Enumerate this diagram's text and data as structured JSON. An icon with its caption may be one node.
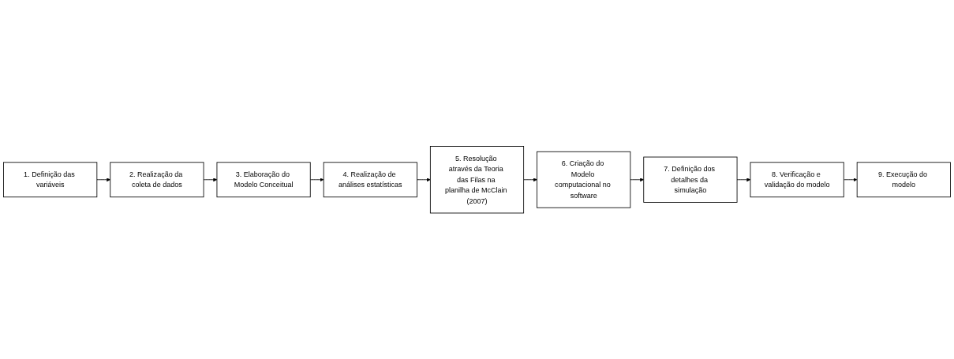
{
  "diagram": {
    "nodes": [
      {
        "text": [
          "1. Definição das variáveis"
        ]
      },
      {
        "text": [
          "2. Realização da coleta de dados"
        ]
      },
      {
        "text": [
          "3. Elaboração do Modelo Conceitual"
        ]
      },
      {
        "text": [
          "4. Realização de análises estatísticas"
        ]
      },
      {
        "text": [
          "5. Resolução através da Teoria das Filas na planilha de McClain (2007)"
        ]
      },
      {
        "text": [
          "6. Criação do Modelo computacional no software"
        ]
      },
      {
        "text": [
          "7. Definição dos detalhes da simulação"
        ]
      },
      {
        "text": [
          "8. Verificação e validação do modelo"
        ]
      },
      {
        "text": [
          "9. Execução do modelo"
        ]
      }
    ],
    "edges": [
      {
        "from": 0,
        "to": 1,
        "arrow": "to"
      },
      {
        "from": 1,
        "to": 2,
        "arrow": "to"
      },
      {
        "from": 2,
        "to": 3,
        "arrow": "to"
      },
      {
        "from": 3,
        "to": 4,
        "arrow": "to"
      },
      {
        "from": 4,
        "to": 5,
        "arrow": "to"
      },
      {
        "from": 5,
        "to": 6,
        "arrow": "to"
      },
      {
        "from": 6,
        "to": 7,
        "arrow": "to"
      },
      {
        "from": 7,
        "to": 8,
        "arrow": "to"
      }
    ]
  }
}
